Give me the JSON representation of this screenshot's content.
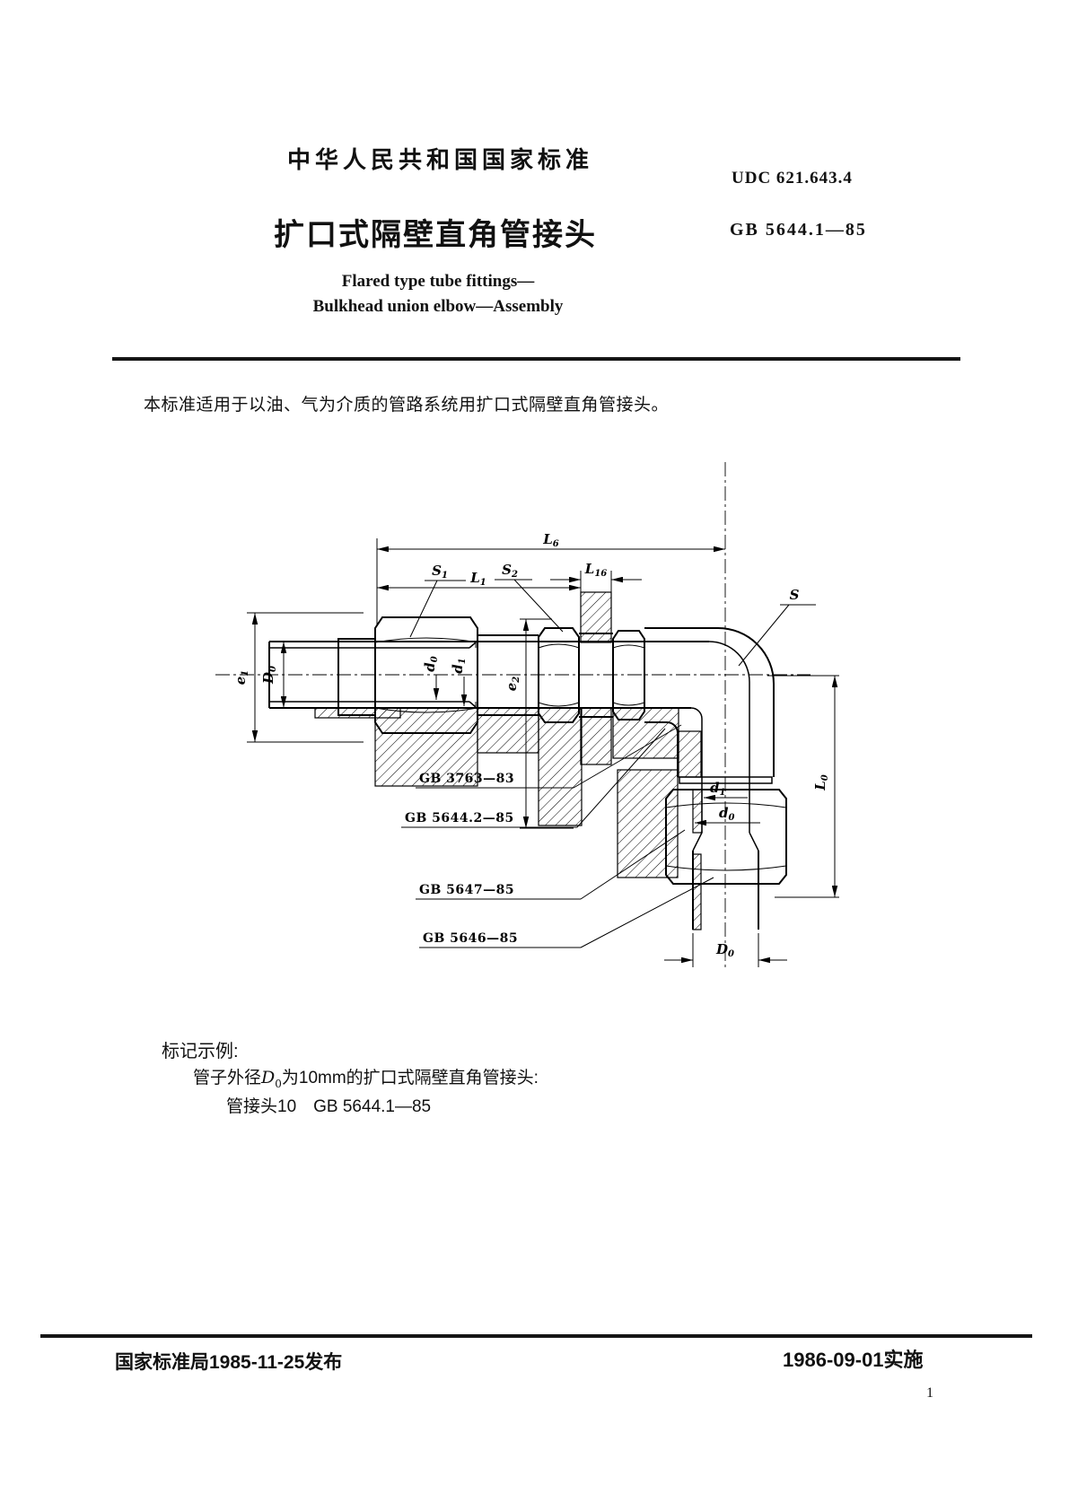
{
  "header": {
    "std_org": "中华人民共和国国家标准",
    "udc": "UDC 621.643.4",
    "title_cn": "扩口式隔壁直角管接头",
    "std_no": "GB 5644.1—85",
    "title_en_line1": "Flared type tube fittings—",
    "title_en_line2": "Bulkhead union elbow—Assembly"
  },
  "scope": "本标准适用于以油、气为介质的管路系统用扩口式隔壁直角管接头。",
  "drawing": {
    "dims": {
      "L6": {
        "main": "L",
        "sub": "6"
      },
      "L1": {
        "main": "L",
        "sub": "1"
      },
      "L16": {
        "main": "L",
        "sub": "16"
      },
      "S1": {
        "main": "S",
        "sub": "1"
      },
      "S2": {
        "main": "S",
        "sub": "2"
      },
      "S": {
        "main": "S",
        "sub": ""
      },
      "e1": {
        "main": "e",
        "sub": "1"
      },
      "e2": {
        "main": "e",
        "sub": "2"
      },
      "D0_left": {
        "main": "D",
        "sub": "0"
      },
      "d0_mid": {
        "main": "d",
        "sub": "0"
      },
      "d1_mid": {
        "main": "d",
        "sub": "1"
      },
      "d1_leg": {
        "main": "d",
        "sub": "1"
      },
      "d0_leg": {
        "main": "d",
        "sub": "0"
      },
      "L0": {
        "main": "L",
        "sub": "0"
      },
      "D0_bottom": {
        "main": "D",
        "sub": "0"
      }
    },
    "refs": {
      "r1": "GB 3763—83",
      "r2": "GB 5644.2—85",
      "r3": "GB 5647—85",
      "r4": "GB 5646—85"
    }
  },
  "example": {
    "heading": "标记示例:",
    "line1_prefix": "管子外径",
    "line1_sym_main": "D",
    "line1_sym_sub": "0",
    "line1_suffix": "为10mm的扩口式隔壁直角管接头:",
    "line2": "管接头10　GB 5644.1—85"
  },
  "footer": {
    "issued": "国家标准局1985-11-25发布",
    "implemented": "1986-09-01实施",
    "page": "1"
  }
}
